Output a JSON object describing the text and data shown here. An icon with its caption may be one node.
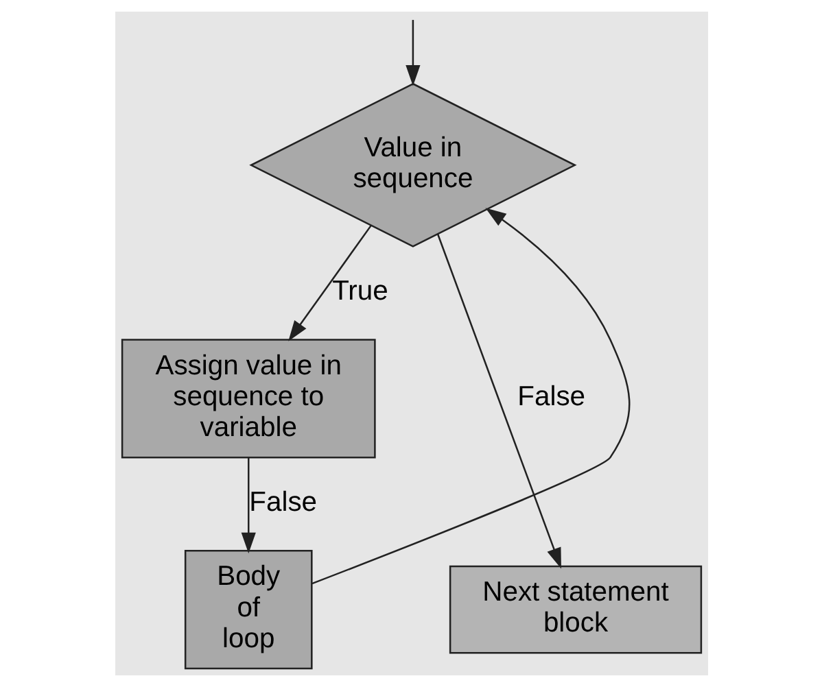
{
  "diagram": {
    "nodes": [
      {
        "text": [
          "Value in sequence"
        ]
      },
      {
        "text": [
          "Assign value in sequence to variable"
        ]
      },
      {
        "text": [
          "Body of loop"
        ]
      },
      {
        "text": [
          "Next statement block"
        ]
      }
    ],
    "edges": [
      {
        "from": null,
        "to": 0,
        "arrow": "to"
      },
      {
        "from": 0,
        "to": 1,
        "arrow": "to",
        "label": "True"
      },
      {
        "from": 1,
        "to": 2,
        "arrow": "to",
        "label": "False"
      },
      {
        "from": 2,
        "to": 0,
        "arrow": "to"
      },
      {
        "from": 0,
        "to": 3,
        "arrow": "to",
        "label": "False"
      }
    ]
  }
}
